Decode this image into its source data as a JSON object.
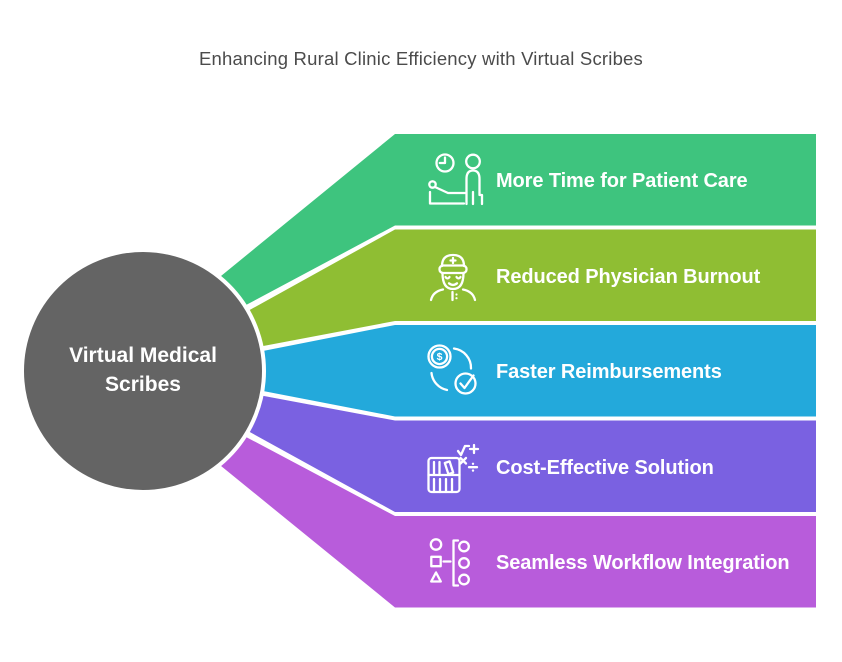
{
  "title": "Enhancing Rural Clinic Efficiency with Virtual Scribes",
  "title_color": "#4b4b4b",
  "text_color": "#ffffff",
  "center": {
    "label": "Virtual Medical\nScribes",
    "color": "#646464",
    "text_color": "#ffffff"
  },
  "bands": [
    {
      "label": "More Time for Patient Care",
      "color": "#3ec47e",
      "icon": "patient-care-icon"
    },
    {
      "label": "Reduced Physician Burnout",
      "color": "#8fbe33",
      "icon": "doctor-icon"
    },
    {
      "label": "Faster Reimbursements",
      "color": "#23a9db",
      "icon": "reimbursement-cycle-icon"
    },
    {
      "label": "Cost-Effective Solution",
      "color": "#7a61e1",
      "icon": "cost-calculator-icon"
    },
    {
      "label": "Seamless Workflow Integration",
      "color": "#b85cdb",
      "icon": "workflow-integration-icon"
    }
  ]
}
